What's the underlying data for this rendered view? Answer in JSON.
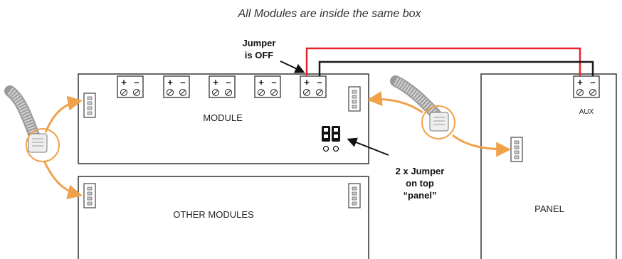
{
  "title": "All Modules are inside the same box",
  "module": {
    "label": "MODULE",
    "terminal_sign_plus": "+",
    "terminal_sign_minus": "–"
  },
  "other_modules": {
    "label": "OTHER MODULES"
  },
  "panel": {
    "label": "PANEL",
    "aux_label": "AUX"
  },
  "callouts": {
    "jumper_off": [
      "Jumper",
      "is OFF"
    ],
    "jumper_on": [
      "2 x Jumper",
      "on top",
      "“panel”"
    ]
  },
  "colors": {
    "power_wire": "#e8242b",
    "ground_wire": "#1a1a1a",
    "cable_arrow": "#f0a24a",
    "outline": "#333333"
  },
  "icons": [
    "ribbon-cable-icon",
    "connector-icon",
    "jumper-icon",
    "screw-terminal-icon"
  ]
}
